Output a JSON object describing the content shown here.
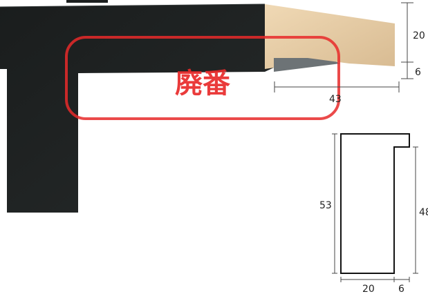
{
  "product_photo": {
    "frame_color": "#1c1f1f",
    "wood_color": "#e2c9a4",
    "stamp": {
      "text": "廃番",
      "color": "#e82a2a"
    }
  },
  "photo_dimensions": {
    "height_top": "20",
    "height_rebate": "6",
    "width": "43"
  },
  "profile_diagram": {
    "height_outer": "53",
    "height_inner": "48",
    "width_main": "20",
    "width_rebate": "6"
  }
}
